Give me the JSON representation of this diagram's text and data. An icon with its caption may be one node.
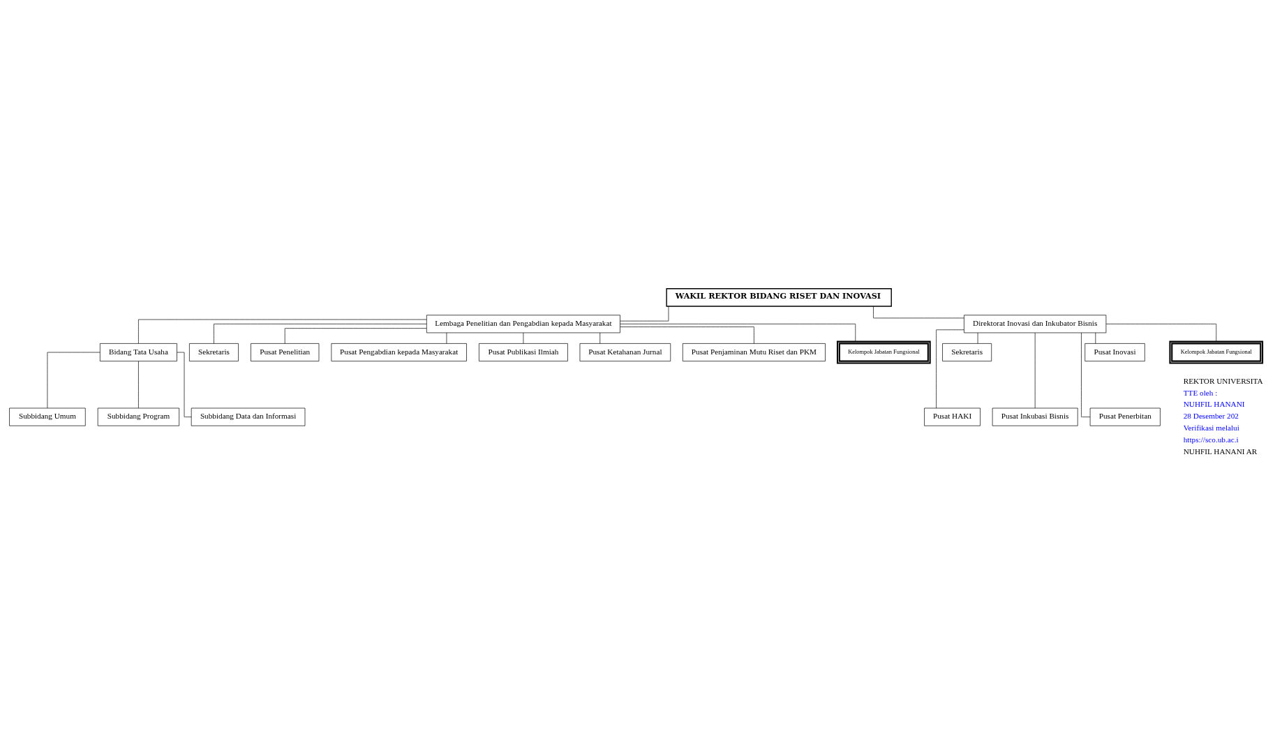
{
  "diagram": {
    "nodes": [
      {
        "text": [
          "WAKIL REKTOR BIDANG RISET DAN INOVASI"
        ]
      },
      {
        "text": [
          "Lembaga Penelitian dan Pengabdian kepada Masyarakat"
        ]
      },
      {
        "text": [
          "Direktorat Inovasi dan Inkubator Bisnis"
        ]
      },
      {
        "text": [
          "Bidang Tata Usaha"
        ]
      },
      {
        "text": [
          "Sekretaris"
        ]
      },
      {
        "text": [
          "Subbidang Umum"
        ]
      },
      {
        "text": [
          "Subbidang Program"
        ]
      },
      {
        "text": [
          "Subbidang Data dan Informasi"
        ]
      },
      {
        "text": [
          "Pusat Penelitian"
        ]
      },
      {
        "text": [
          "Pusat Pengabdian kepada Masyarakat"
        ]
      },
      {
        "text": [
          "Pusat Publikasi Ilmiah"
        ]
      },
      {
        "text": [
          "Pusat Ketahanan Jurnal"
        ]
      },
      {
        "text": [
          "Pusat Penjaminan Mutu Riset dan PKM"
        ]
      },
      {
        "text": [
          "Kelompok Jabatan Fungsional"
        ]
      },
      {
        "text": [
          "Sekretaris"
        ]
      },
      {
        "text": [
          "Pusat HAKI"
        ]
      },
      {
        "text": [
          "Pusat Inkubasi Bisnis"
        ]
      },
      {
        "text": [
          "Pusat Penerbitan"
        ]
      },
      {
        "text": [
          "Pusat Inovasi"
        ]
      },
      {
        "text": [
          "Kelompok Jabatan Fungsional"
        ]
      }
    ],
    "edges": [
      {
        "from": 0,
        "to": 1,
        "arrow": "none"
      },
      {
        "from": 0,
        "to": 2,
        "arrow": "none"
      },
      {
        "from": 1,
        "to": 3,
        "arrow": "none"
      },
      {
        "from": 1,
        "to": 4,
        "arrow": "none"
      },
      {
        "from": 3,
        "to": 5,
        "arrow": "none"
      },
      {
        "from": 3,
        "to": 6,
        "arrow": "none"
      },
      {
        "from": 3,
        "to": 7,
        "arrow": "none"
      },
      {
        "from": 1,
        "to": 8,
        "arrow": "none"
      },
      {
        "from": 1,
        "to": 9,
        "arrow": "none"
      },
      {
        "from": 1,
        "to": 10,
        "arrow": "none"
      },
      {
        "from": 1,
        "to": 11,
        "arrow": "none"
      },
      {
        "from": 1,
        "to": 12,
        "arrow": "none"
      },
      {
        "from": 1,
        "to": 13,
        "arrow": "none"
      },
      {
        "from": 2,
        "to": 14,
        "arrow": "none"
      },
      {
        "from": 2,
        "to": 15,
        "arrow": "none"
      },
      {
        "from": 2,
        "to": 16,
        "arrow": "none"
      },
      {
        "from": 2,
        "to": 17,
        "arrow": "none"
      },
      {
        "from": 2,
        "to": 18,
        "arrow": "none"
      },
      {
        "from": 2,
        "to": 19,
        "arrow": "none"
      }
    ],
    "labels": [
      "REKTOR UNIVERSITA",
      "TTE oleh :",
      "NUHFIL HANANI",
      "28 Desember 202",
      "Verifikasi melalui",
      "https://sco.ub.ac.i",
      "NUHFIL HANANI AR"
    ]
  }
}
